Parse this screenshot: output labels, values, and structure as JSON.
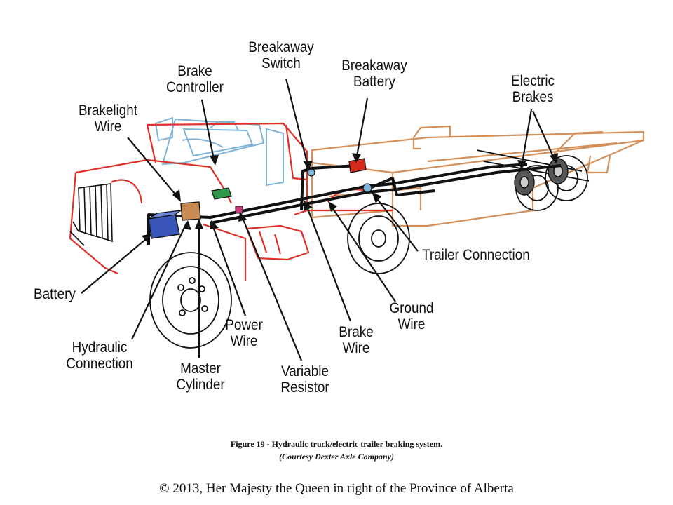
{
  "labels": {
    "breakaway_switch": [
      "Breakaway",
      "Switch"
    ],
    "breakaway_battery": [
      "Breakaway",
      "Battery"
    ],
    "brake_controller": [
      "Brake",
      "Controller"
    ],
    "electric_brakes": [
      "Electric",
      "Brakes"
    ],
    "brakelight_wire": [
      "Brakelight",
      "Wire"
    ],
    "trailer_connection": [
      "Trailer Connection"
    ],
    "battery": [
      "Battery"
    ],
    "ground_wire": [
      "Ground",
      "Wire"
    ],
    "power_wire": [
      "Power",
      "Wire"
    ],
    "brake_wire": [
      "Brake",
      "Wire"
    ],
    "hydraulic_connection": [
      "Hydraulic",
      "Connection"
    ],
    "master_cylinder": [
      "Master",
      "Cylinder"
    ],
    "variable_resistor": [
      "Variable",
      "Resistor"
    ]
  },
  "caption": {
    "line1": "Figure 19 - Hydraulic truck/electric trailer braking system.",
    "line2": "(Courtesy Dexter Axle Company)"
  },
  "copyright": "© 2013, Her Majesty the Queen in right of the Province of Alberta",
  "colors": {
    "truck_body": "#e0302a",
    "cab_glass": "#7fb3d8",
    "trailer": "#d4905a",
    "battery": "#3a55b8",
    "breakaway_battery": "#d42a1c",
    "controller": "#2f9a4a",
    "wiring": "#111111"
  }
}
